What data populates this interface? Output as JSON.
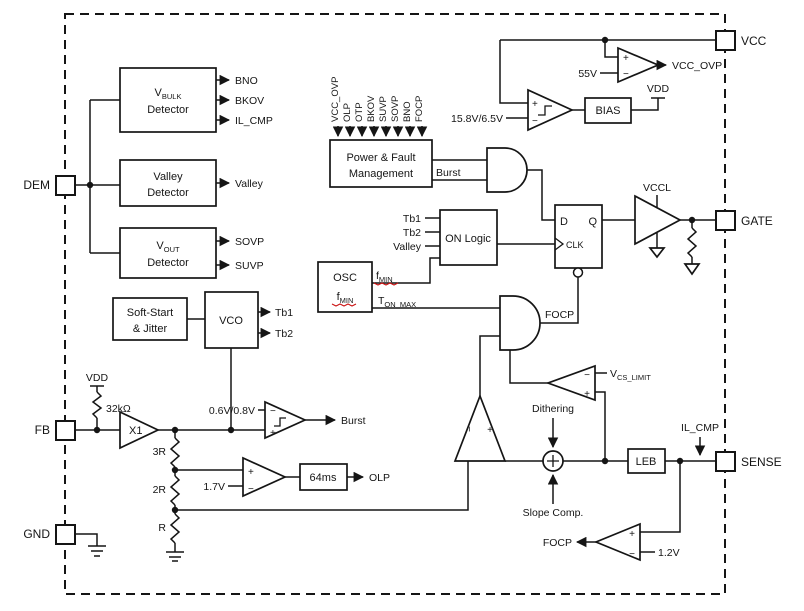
{
  "pins": {
    "dem": "DEM",
    "fb": "FB",
    "gnd": "GND",
    "vcc": "VCC",
    "gate": "GATE",
    "sense": "SENSE"
  },
  "blocks": {
    "vbulk": {
      "sym": "V",
      "sub": "BULK",
      "word": "Detector"
    },
    "valley": {
      "line1": "Valley",
      "line2": "Detector"
    },
    "vout": {
      "sym": "V",
      "sub": "OUT",
      "word": "Detector"
    },
    "softstart": {
      "line1": "Soft-Start",
      "line2": "& Jitter"
    },
    "vco": "VCO",
    "pfm": {
      "line1": "Power & Fault",
      "line2": "Management"
    },
    "onlogic": "ON Logic",
    "osc": {
      "title": "OSC",
      "fmin_sym": "f",
      "fmin_sub": "MIN"
    },
    "bias": "BIAS",
    "leb": "LEB",
    "ms64": "64ms",
    "dff": {
      "d": "D",
      "q": "Q",
      "clk": "CLK"
    }
  },
  "pfm_inputs": [
    "VCC_OVP",
    "OLP",
    "OTP",
    "BKOV",
    "SUVP",
    "SOVP",
    "BNO",
    "FOCP"
  ],
  "signals": {
    "bno": "BNO",
    "bkov": "BKOV",
    "il_cmp_top": "IL_CMP",
    "valley": "Valley",
    "sovp": "SOVP",
    "suvp": "SUVP",
    "tb1": "Tb1",
    "tb2": "Tb2",
    "onlogic_tb1": "Tb1",
    "onlogic_tb2": "Tb2",
    "onlogic_valley": "Valley",
    "fmin_sym": "f",
    "fmin_sub": "MIN",
    "tonmax_sym": "T",
    "tonmax_sub": "ON_MAX",
    "burst_pfm": "Burst",
    "burst_cmp": "Burst",
    "focp_gate": "FOCP",
    "focp_out": "FOCP",
    "vccl": "VCCL",
    "vdd_bias": "VDD",
    "vdd_fb": "VDD",
    "r32k": "32kΩ",
    "x1": "X1",
    "r3": "3R",
    "r2": "2R",
    "r1": "R",
    "v_burst": "0.6V/0.8V",
    "v_olp": "1.7V",
    "olp_out": "OLP",
    "v55": "55V",
    "vcc_ovp": "VCC_OVP",
    "v_uvlo": "15.8V/6.5V",
    "vcs_sym": "V",
    "vcs_sub": "CS_LIMIT",
    "dithering": "Dithering",
    "slope": "Slope Comp.",
    "v12": "1.2V",
    "il_cmp_sense": "IL_CMP"
  },
  "glyphs": {
    "plus": "+",
    "minus": "−"
  }
}
